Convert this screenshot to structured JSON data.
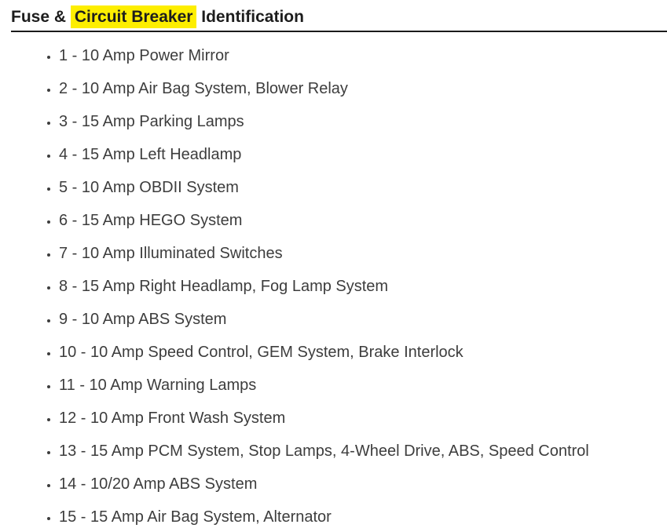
{
  "heading": {
    "prefix": "Fuse & ",
    "highlight": "Circuit Breaker",
    "suffix": " Identification"
  },
  "colors": {
    "page-bg": "#ffffff",
    "highlight": "#fdee00",
    "heading_text": "#1d1d1d",
    "list_text": "#3d3d3d",
    "divider": "#1b1b1b"
  },
  "fuse_list": {
    "items": [
      "1 - 10 Amp Power Mirror",
      "2 - 10 Amp Air Bag System, Blower Relay",
      "3 - 15 Amp Parking Lamps",
      "4 - 15 Amp Left Headlamp",
      "5 - 10 Amp OBDII System",
      "6 - 15 Amp HEGO System",
      "7 - 10 Amp Illuminated Switches",
      "8 - 15 Amp Right Headlamp, Fog Lamp System",
      "9 - 10 Amp ABS System",
      "10 - 10 Amp Speed Control, GEM System, Brake Interlock",
      "11 - 10 Amp Warning Lamps",
      "12 - 10 Amp Front Wash System",
      "13 - 15 Amp PCM System, Stop Lamps, 4-Wheel Drive, ABS, Speed Control",
      "14 - 10/20 Amp ABS System",
      "15 - 15 Amp Air Bag System, Alternator"
    ]
  }
}
